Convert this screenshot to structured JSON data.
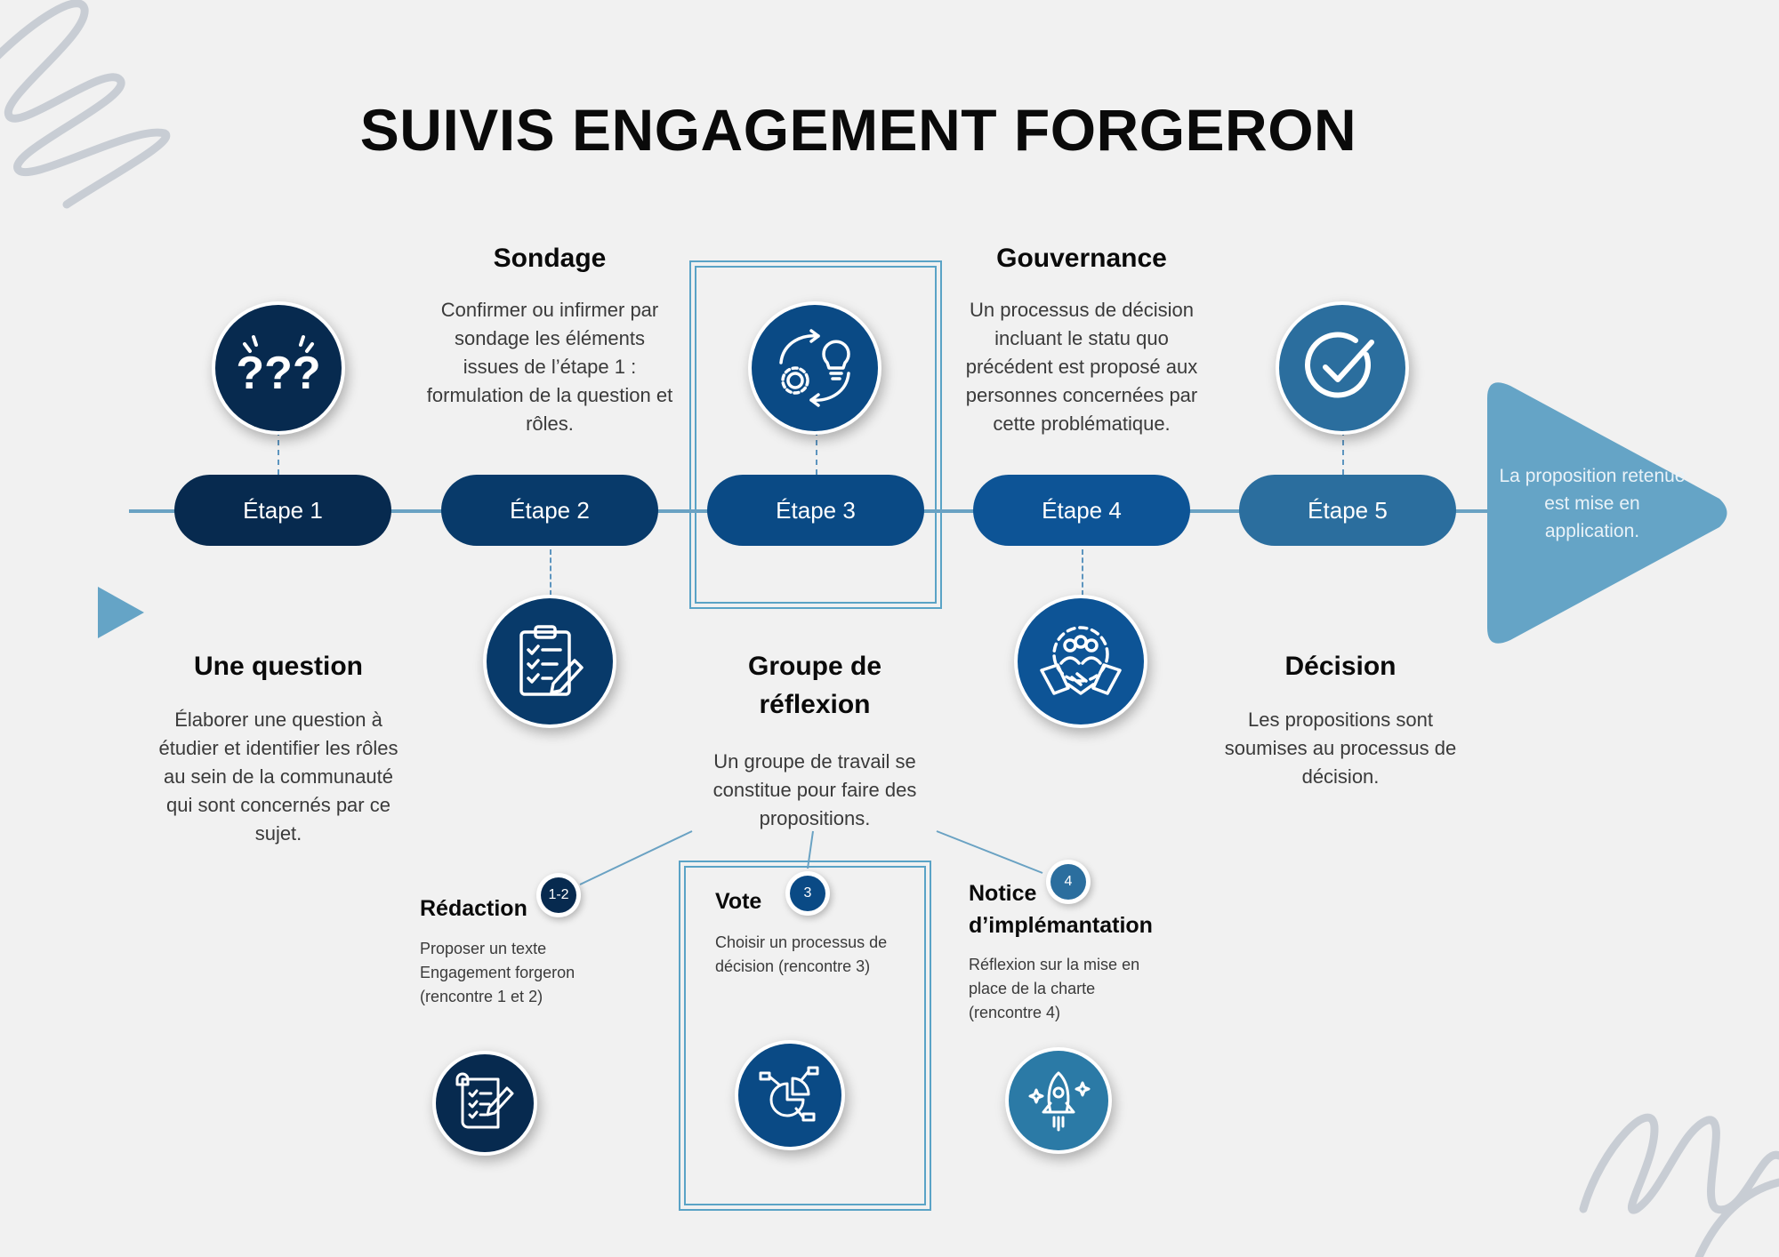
{
  "title": "SUIVIS ENGAGEMENT FORGERON",
  "colors": {
    "navy_1": "#072a4f",
    "navy_2": "#083a6a",
    "blue_3": "#0a4a85",
    "blue_4": "#0d5496",
    "blue_5": "#2b6e9e",
    "light_blue": "#65a4c6",
    "background": "#f1f1f1"
  },
  "steps": [
    {
      "label": "Étape 1",
      "icon": "question-marks-icon",
      "heading": "Une question",
      "description": "Élaborer une question à étudier et identifier les rôles au sein de la communauté qui sont concernés par ce sujet."
    },
    {
      "label": "Étape 2",
      "icon": "clipboard-checklist-icon",
      "heading": "Sondage",
      "description": "Confirmer ou infirmer par sondage les éléments issues de l’étape 1 : formulation de la question et rôles."
    },
    {
      "label": "Étape 3",
      "icon": "gear-lightbulb-cycle-icon",
      "heading": "Groupe de réflexion",
      "description": "Un groupe de travail se constitue pour faire des propositions."
    },
    {
      "label": "Étape 4",
      "icon": "team-handshake-icon",
      "heading": "Gouvernance",
      "description": "Un processus de décision incluant le statu quo précédent est proposé aux personnes concernées par cette problématique."
    },
    {
      "label": "Étape 5",
      "icon": "check-circle-icon",
      "heading": "Décision",
      "description": "Les propositions sont soumises au processus de décision."
    }
  ],
  "final_arrow_text": "La proposition retenue est mise en application.",
  "substeps": [
    {
      "badge": "1-2",
      "heading": "Rédaction",
      "description": "Proposer un texte Engagement forgeron (rencontre 1 et 2)",
      "icon": "document-pencil-icon"
    },
    {
      "badge": "3",
      "heading": "Vote",
      "description": "Choisir un processus de décision (rencontre 3)",
      "icon": "pie-chart-icon"
    },
    {
      "badge": "4",
      "heading": "Notice d’implémantation",
      "description": "Réflexion sur la mise en place de la charte (rencontre 4)",
      "icon": "rocket-icon"
    }
  ]
}
